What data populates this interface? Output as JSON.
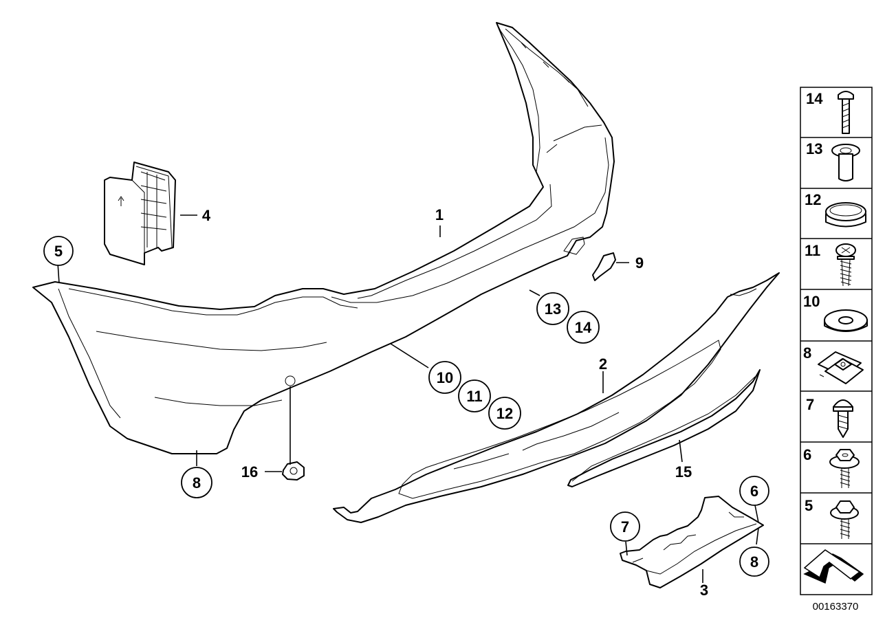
{
  "diagram": {
    "document_number": "00163370",
    "callouts": [
      {
        "id": "c-1",
        "label": "1"
      },
      {
        "id": "c-2",
        "label": "2"
      },
      {
        "id": "c-3",
        "label": "3"
      },
      {
        "id": "c-4",
        "label": "4"
      },
      {
        "id": "c-5",
        "label": "5"
      },
      {
        "id": "c-6",
        "label": "6"
      },
      {
        "id": "c-7",
        "label": "7"
      },
      {
        "id": "c-8a",
        "label": "8"
      },
      {
        "id": "c-8b",
        "label": "8"
      },
      {
        "id": "c-9",
        "label": "9"
      },
      {
        "id": "c-10",
        "label": "10"
      },
      {
        "id": "c-11",
        "label": "11"
      },
      {
        "id": "c-12",
        "label": "12"
      },
      {
        "id": "c-13",
        "label": "13"
      },
      {
        "id": "c-14",
        "label": "14"
      },
      {
        "id": "c-15",
        "label": "15"
      },
      {
        "id": "c-16",
        "label": "16"
      }
    ],
    "legend": [
      {
        "label": "14",
        "icon": "screw-icon"
      },
      {
        "label": "13",
        "icon": "expansion-rivet-icon"
      },
      {
        "label": "12",
        "icon": "grommet-cap-icon"
      },
      {
        "label": "11",
        "icon": "self-tapping-screw-icon"
      },
      {
        "label": "10",
        "icon": "washer-icon"
      },
      {
        "label": "8",
        "icon": "clip-nut-icon"
      },
      {
        "label": "7",
        "icon": "tapping-screw-icon"
      },
      {
        "label": "6",
        "icon": "hex-collar-screw-icon"
      },
      {
        "label": "5",
        "icon": "hex-collar-screw-icon"
      },
      {
        "label": "",
        "icon": "front-direction-arrow-icon"
      }
    ]
  }
}
